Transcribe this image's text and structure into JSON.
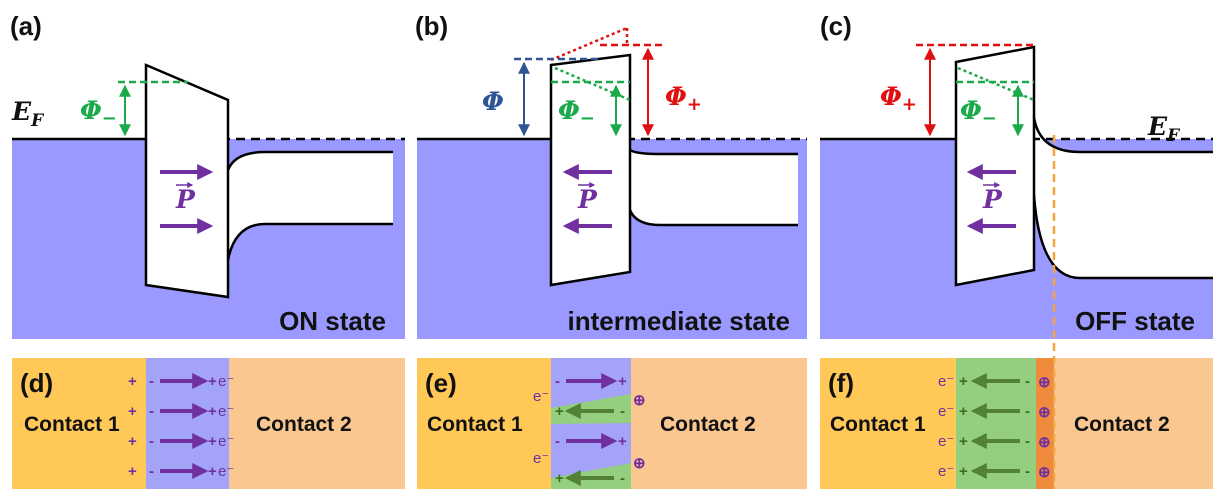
{
  "panel_labels": {
    "a": "(a)",
    "b": "(b)",
    "c": "(c)",
    "d": "(d)",
    "e": "(e)",
    "f": "(f)"
  },
  "fermi_level": {
    "symbol": "E",
    "subscript": "F"
  },
  "barrier_labels": {
    "phi": "Φ",
    "phi_minus": {
      "symbol": "Φ",
      "subscript": "−"
    },
    "phi_plus": {
      "symbol": "Φ",
      "subscript": "+"
    }
  },
  "polarization_label": "P",
  "states": {
    "a": "ON state",
    "b": "intermediate state",
    "c": "OFF state"
  },
  "contacts": {
    "left": "Contact 1",
    "right": "Contact 2"
  },
  "charges": {
    "plus": "+",
    "minus": "-",
    "electron": "e⁻",
    "circled_plus": "⊕"
  },
  "colors": {
    "semiconductor": "#9999ff",
    "green": "#1aaa4a",
    "red": "#e01010",
    "blue": "#2f5597",
    "purple": "#7030a0",
    "contact1": "#ffc857",
    "contact2": "#f9c78f",
    "ferro_blue": "#a3a3f7",
    "ferro_green": "#93cf7e",
    "depletion": "#f08a3c",
    "dark_green": "#548235",
    "orange_dash": "#f4a43e"
  }
}
